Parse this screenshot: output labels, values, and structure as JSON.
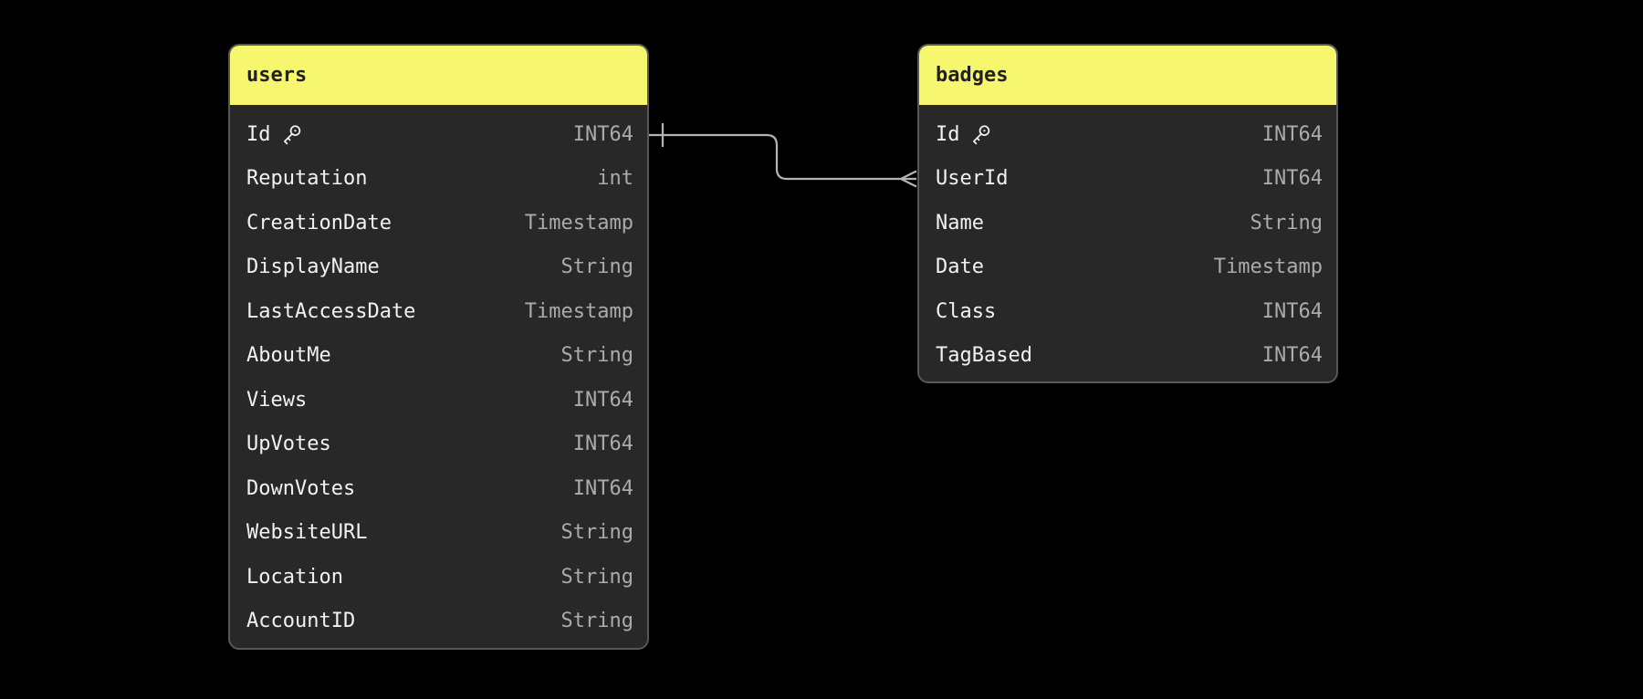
{
  "colors": {
    "canvas_bg": "#000000",
    "header_bg": "#F6F76E",
    "header_text": "#212121",
    "body_bg": "#282828",
    "border": "#575757",
    "field_text": "#F2F2F2",
    "type_text": "#ABABAB",
    "line": "#B3B3B3",
    "key_icon": "#F0F0F0"
  },
  "icons": {
    "primary_key": "key-icon"
  },
  "tables": [
    {
      "name": "users",
      "fields": [
        {
          "name": "Id",
          "type": "INT64",
          "pk": true
        },
        {
          "name": "Reputation",
          "type": "int",
          "pk": false
        },
        {
          "name": "CreationDate",
          "type": "Timestamp",
          "pk": false
        },
        {
          "name": "DisplayName",
          "type": "String",
          "pk": false
        },
        {
          "name": "LastAccessDate",
          "type": "Timestamp",
          "pk": false
        },
        {
          "name": "AboutMe",
          "type": "String",
          "pk": false
        },
        {
          "name": "Views",
          "type": "INT64",
          "pk": false
        },
        {
          "name": "UpVotes",
          "type": "INT64",
          "pk": false
        },
        {
          "name": "DownVotes",
          "type": "INT64",
          "pk": false
        },
        {
          "name": "WebsiteURL",
          "type": "String",
          "pk": false
        },
        {
          "name": "Location",
          "type": "String",
          "pk": false
        },
        {
          "name": "AccountID",
          "type": "String",
          "pk": false
        }
      ]
    },
    {
      "name": "badges",
      "fields": [
        {
          "name": "Id",
          "type": "INT64",
          "pk": true
        },
        {
          "name": "UserId",
          "type": "INT64",
          "pk": false
        },
        {
          "name": "Name",
          "type": "String",
          "pk": false
        },
        {
          "name": "Date",
          "type": "Timestamp",
          "pk": false
        },
        {
          "name": "Class",
          "type": "INT64",
          "pk": false
        },
        {
          "name": "TagBased",
          "type": "INT64",
          "pk": false
        }
      ]
    }
  ],
  "relationship": {
    "from_table": "users",
    "from_field": "Id",
    "from_cardinality": "one",
    "to_table": "badges",
    "to_field": "UserId",
    "to_cardinality": "many"
  }
}
